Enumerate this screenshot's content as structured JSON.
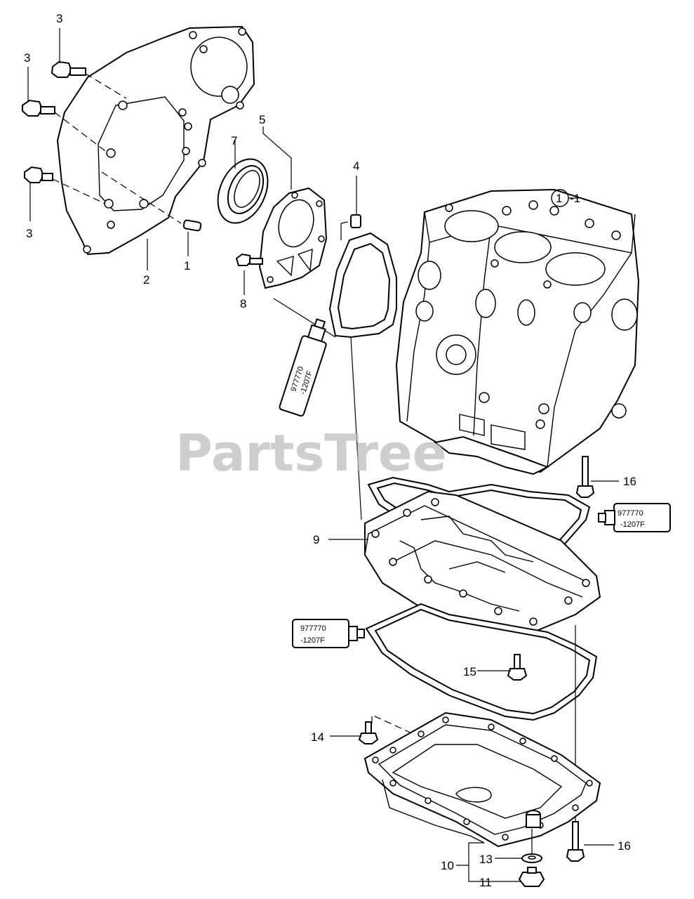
{
  "callouts": {
    "c3a": "3",
    "c3b": "3",
    "c3c": "3",
    "c1": "1",
    "c2": "2",
    "c4": "4",
    "c5": "5",
    "c7": "7",
    "c8": "8",
    "c9": "9",
    "c10": "10",
    "c11": "11",
    "c13": "13",
    "c14": "14",
    "c15": "15",
    "c16a": "16",
    "c16b": "16",
    "block_num": "1",
    "block_suffix": "-1"
  },
  "sealant_tubes": [
    {
      "line1": "977770",
      "line2": "-1207F"
    },
    {
      "line1": "977770",
      "line2": "-1207F"
    },
    {
      "line1": "977770",
      "line2": "-1207F"
    }
  ],
  "watermark": "PartsTree"
}
